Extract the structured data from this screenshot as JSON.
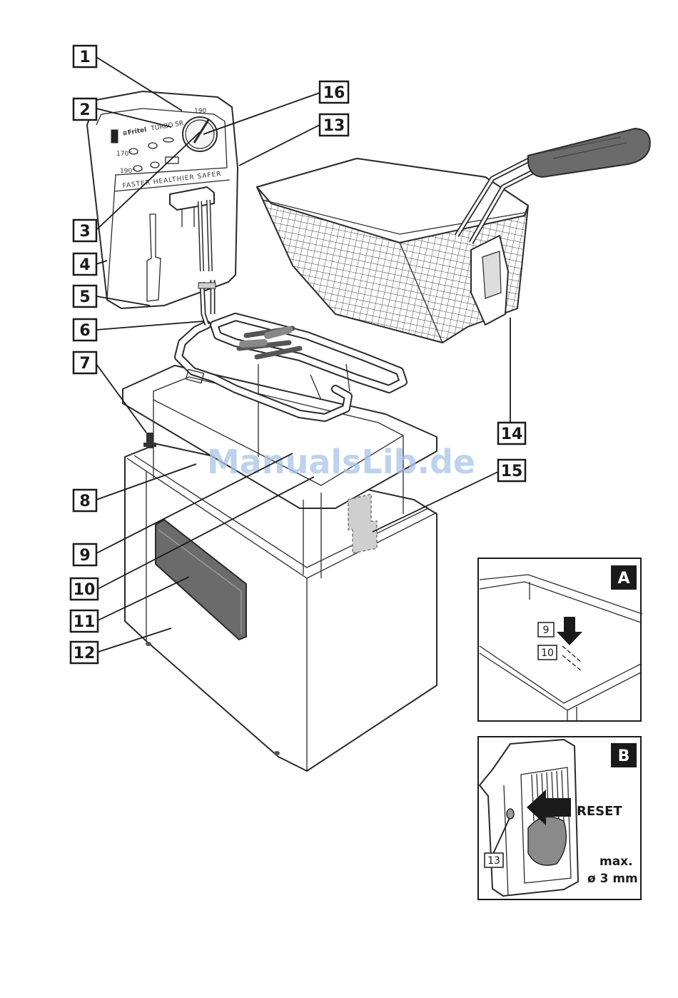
{
  "callouts": {
    "c1": "1",
    "c2": "2",
    "c3": "3",
    "c4": "4",
    "c5": "5",
    "c6": "6",
    "c7": "7",
    "c8": "8",
    "c9": "9",
    "c10": "10",
    "c11": "11",
    "c12": "12",
    "c13": "13",
    "c14": "14",
    "c15": "15",
    "c16": "16"
  },
  "control_panel": {
    "brand": "≡Fritel",
    "model": "TURBO SR",
    "temp_170": "170°",
    "temp_190": "190°",
    "slogan": "FASTER HEALTHIER SAFER",
    "dial_max": "190"
  },
  "inset_a": {
    "label": "A",
    "marker_9": "9",
    "marker_10": "10"
  },
  "inset_b": {
    "label": "B",
    "reset": "RESET",
    "marker_13": "13",
    "note_line1": "max.",
    "note_line2": "ø 3 mm"
  },
  "watermark": "ManualsLib.de",
  "colors": {
    "line": "#1a1a1a",
    "dark_fill": "#6b6b6b",
    "watermark": "#a9c4e8"
  }
}
